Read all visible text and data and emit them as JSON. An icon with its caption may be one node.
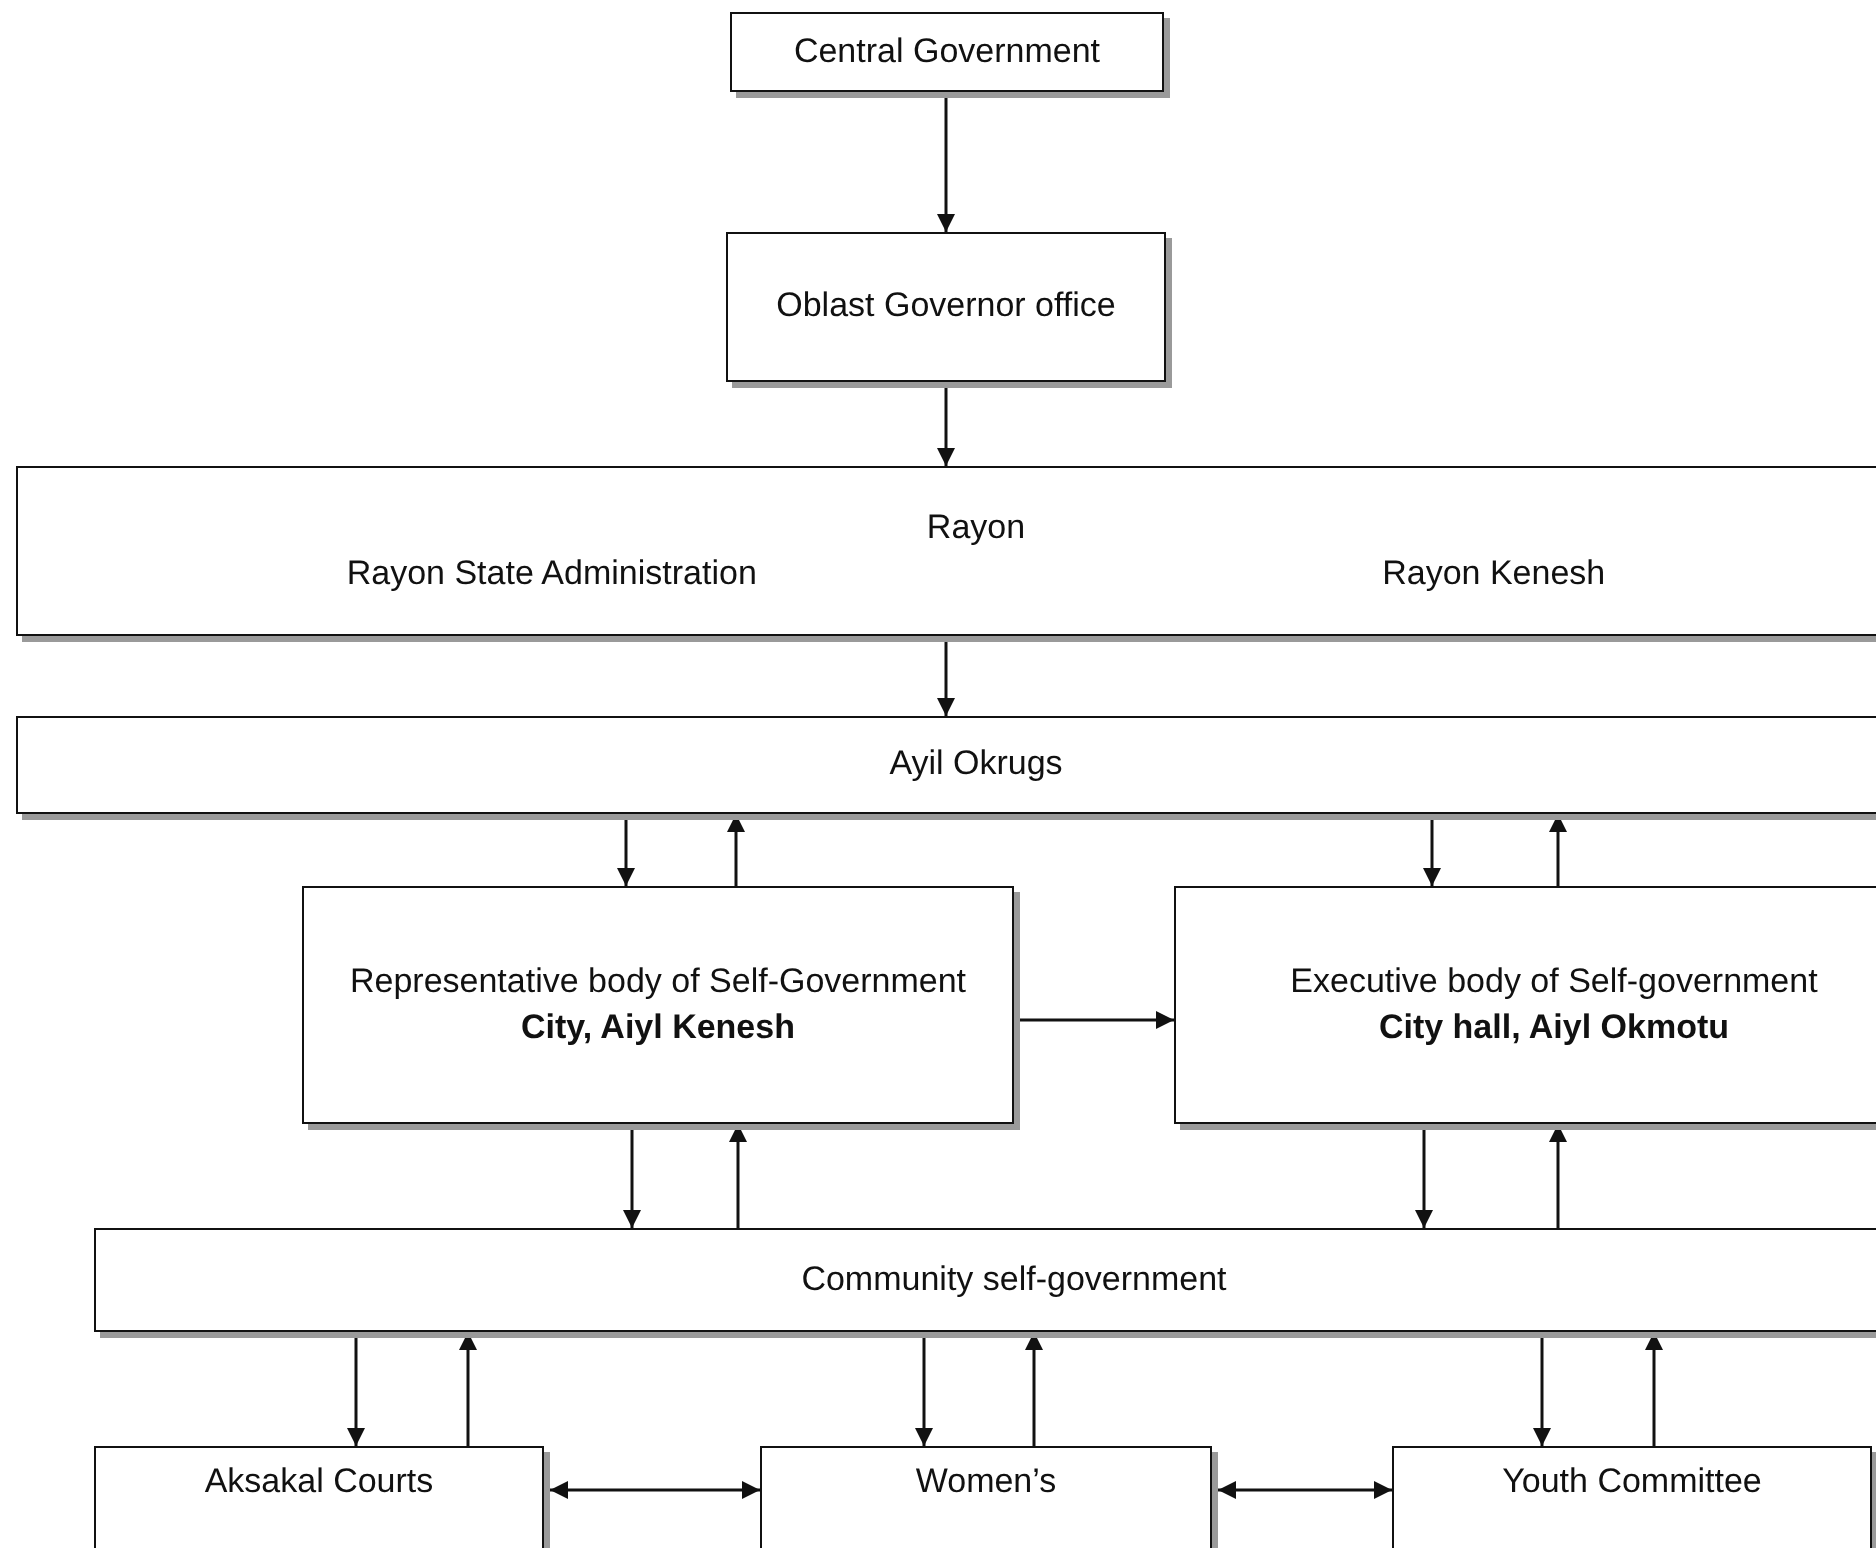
{
  "diagram": {
    "nodes": [
      {
        "text": [
          "Central Government"
        ]
      },
      {
        "text": [
          "Oblast Governor office"
        ]
      },
      {
        "text": [
          "Rayon",
          "Rayon State Administration",
          "Rayon Kenesh"
        ]
      },
      {
        "text": [
          "Ayil Okrugs"
        ]
      },
      {
        "text": [
          "Representative body of Self-Government",
          "City, Aiyl Kenesh"
        ]
      },
      {
        "text": [
          "Executive body of Self-government",
          "City hall, Aiyl Okmotu"
        ]
      },
      {
        "text": [
          "Community self-government"
        ]
      },
      {
        "text": [
          "Aksakal Courts"
        ]
      },
      {
        "text": [
          "Women’s"
        ]
      },
      {
        "text": [
          "Youth Committee"
        ]
      }
    ],
    "edges": [
      {
        "from": 0,
        "to": 1,
        "arrow": "to"
      },
      {
        "from": 1,
        "to": 2,
        "arrow": "to"
      },
      {
        "from": 2,
        "to": 3,
        "arrow": "to"
      },
      {
        "from": 3,
        "to": 4,
        "arrow": "to"
      },
      {
        "from": 4,
        "to": 3,
        "arrow": "to"
      },
      {
        "from": 3,
        "to": 5,
        "arrow": "to"
      },
      {
        "from": 5,
        "to": 3,
        "arrow": "to"
      },
      {
        "from": 4,
        "to": 5,
        "arrow": "to"
      },
      {
        "from": 4,
        "to": 6,
        "arrow": "to"
      },
      {
        "from": 6,
        "to": 4,
        "arrow": "to"
      },
      {
        "from": 5,
        "to": 6,
        "arrow": "to"
      },
      {
        "from": 6,
        "to": 5,
        "arrow": "to"
      },
      {
        "from": 6,
        "to": 7,
        "arrow": "to"
      },
      {
        "from": 7,
        "to": 6,
        "arrow": "to"
      },
      {
        "from": 6,
        "to": 8,
        "arrow": "to"
      },
      {
        "from": 8,
        "to": 6,
        "arrow": "to"
      },
      {
        "from": 6,
        "to": 9,
        "arrow": "to"
      },
      {
        "from": 9,
        "to": 6,
        "arrow": "to"
      },
      {
        "from": 7,
        "to": 8,
        "arrow": "both"
      },
      {
        "from": 8,
        "to": 9,
        "arrow": "both"
      }
    ]
  }
}
